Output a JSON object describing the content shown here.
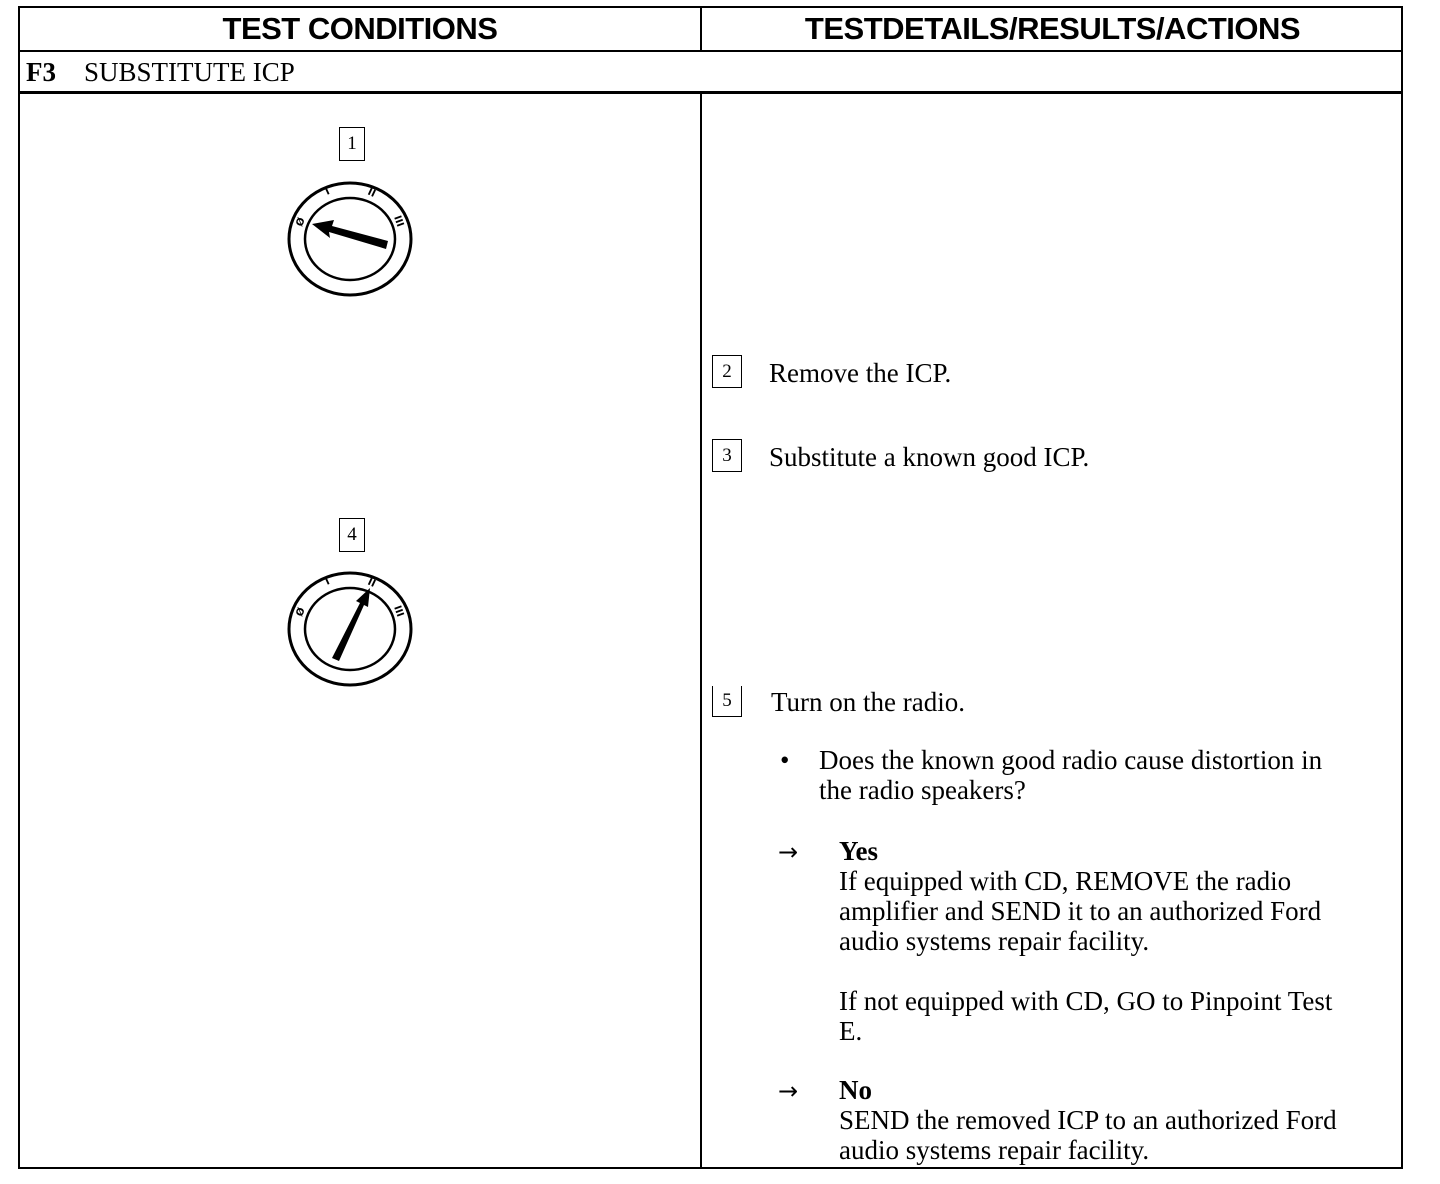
{
  "header": {
    "left": "TEST CONDITIONS",
    "right": "TESTDETAILS/RESULTS/ACTIONS"
  },
  "test": {
    "code": "F3",
    "title": "SUBSTITUTE ICP"
  },
  "dials": [
    {
      "step": "1",
      "labels": [
        "Ø",
        "I",
        "II",
        "III"
      ],
      "position_label": "Ø"
    },
    {
      "step": "4",
      "labels": [
        "Ø",
        "I",
        "II",
        "III"
      ],
      "position_label": "II"
    }
  ],
  "steps": [
    {
      "number": "2",
      "text": "Remove the ICP."
    },
    {
      "number": "3",
      "text": "Substitute a known good ICP."
    },
    {
      "number": "5",
      "text": "Turn on the radio."
    }
  ],
  "question": {
    "bullet": "•",
    "line1": "Does the known good radio cause distortion in",
    "line2": "the radio speakers?"
  },
  "results": {
    "arrow": "→",
    "yes": {
      "label": "Yes",
      "p1": [
        "If equipped with CD, REMOVE the radio",
        "amplifier and SEND it to an authorized Ford",
        "audio systems repair facility."
      ],
      "p2": [
        "If not equipped with CD, GO to Pinpoint Test",
        "E."
      ]
    },
    "no": {
      "label": "No",
      "p1": [
        "SEND the removed ICP to an authorized Ford",
        "audio systems repair facility."
      ]
    }
  }
}
